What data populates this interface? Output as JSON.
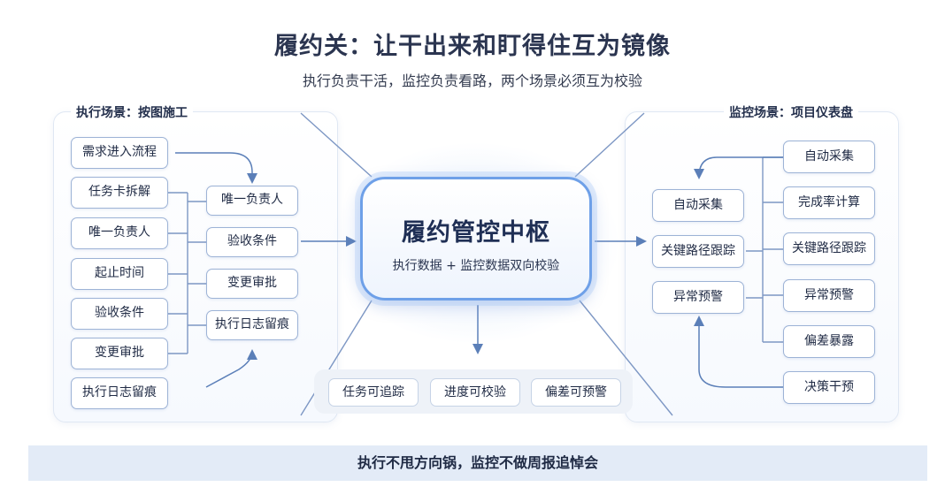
{
  "title": "履约关：让干出来和盯得住互为镜像",
  "subtitle": "执行负责干活，监控负责看路，两个场景必须互为校验",
  "left_panel": {
    "title": "执行场景：按图施工",
    "items": [
      "需求进入流程",
      "任务卡拆解",
      "唯一负责人",
      "起止时间",
      "验收条件",
      "变更审批",
      "执行日志留痕"
    ],
    "sub_items": [
      "唯一负责人",
      "验收条件",
      "变更审批",
      "执行日志留痕"
    ]
  },
  "hub": {
    "title": "履约管控中枢",
    "subtitle": "执行数据 + 监控数据双向校验"
  },
  "outcomes": [
    "任务可追踪",
    "进度可校验",
    "偏差可预警"
  ],
  "right_panel": {
    "title": "监控场景：项目仪表盘",
    "inner": [
      "自动采集",
      "关键路径跟踪",
      "异常预警"
    ],
    "outer": [
      "自动采集",
      "完成率计算",
      "关键路径跟踪",
      "异常预警",
      "偏差暴露",
      "决策干预"
    ]
  },
  "footer": "执行不甩方向锅，监控不做周报追悼会",
  "colors": {
    "accent": "#6ea0e8",
    "line": "#5b7fb8",
    "box_border": "#9db3d6",
    "footer_bg": "#e3ebf7"
  }
}
